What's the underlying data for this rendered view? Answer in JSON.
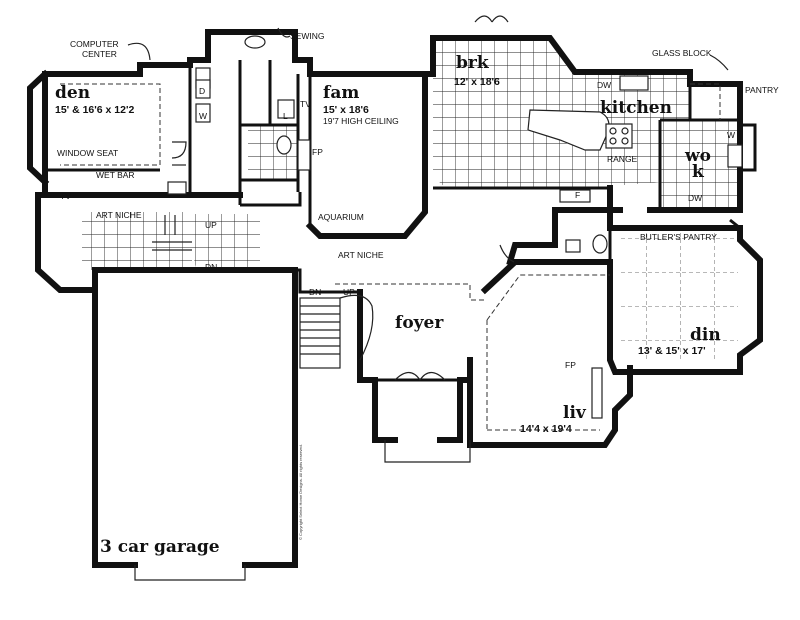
{
  "rooms": {
    "den": {
      "name": "den",
      "dims": "15' & 16'6 x 12'2"
    },
    "fam": {
      "name": "fam",
      "dims": "15' x 18'6",
      "note": "19'7 HIGH CEILING"
    },
    "brk": {
      "name": "brk",
      "dims": "12' x 18'6"
    },
    "kitchen": {
      "name": "kitchen"
    },
    "wok": {
      "name1": "wo",
      "name2": "k"
    },
    "foyer": {
      "name": "foyer"
    },
    "liv": {
      "name": "liv",
      "dims": "14'4 x 19'4"
    },
    "din": {
      "name": "din",
      "dims": "13' & 15' x 17'"
    },
    "garage": {
      "name": "3 car garage"
    }
  },
  "labels": {
    "computer_center_1": "COMPUTER",
    "computer_center_2": "CENTER",
    "sewing": "SEWING",
    "glass_block": "GLASS BLOCK",
    "pantry": "PANTRY",
    "window_seat": "WINDOW SEAT",
    "wet_bar": "WET BAR",
    "tv_den": "TV",
    "tv_fam": "TV",
    "art_niche_1": "ART NICHE",
    "art_niche_2": "ART NICHE",
    "up_1": "UP",
    "dn_1": "DN",
    "dn_2": "DN",
    "up_2": "UP",
    "fp_fam": "FP",
    "aquarium": "AQUARIUM",
    "range": "RANGE",
    "dw_1": "DW",
    "dw_2": "DW",
    "f": "F",
    "butlers_pantry": "BUTLER'S PANTRY",
    "fp_liv": "FP",
    "d": "D",
    "w_1": "W",
    "l": "L",
    "w_2": "W"
  },
  "copyright": "© Copyright Select Home Designs. All rights reserved."
}
